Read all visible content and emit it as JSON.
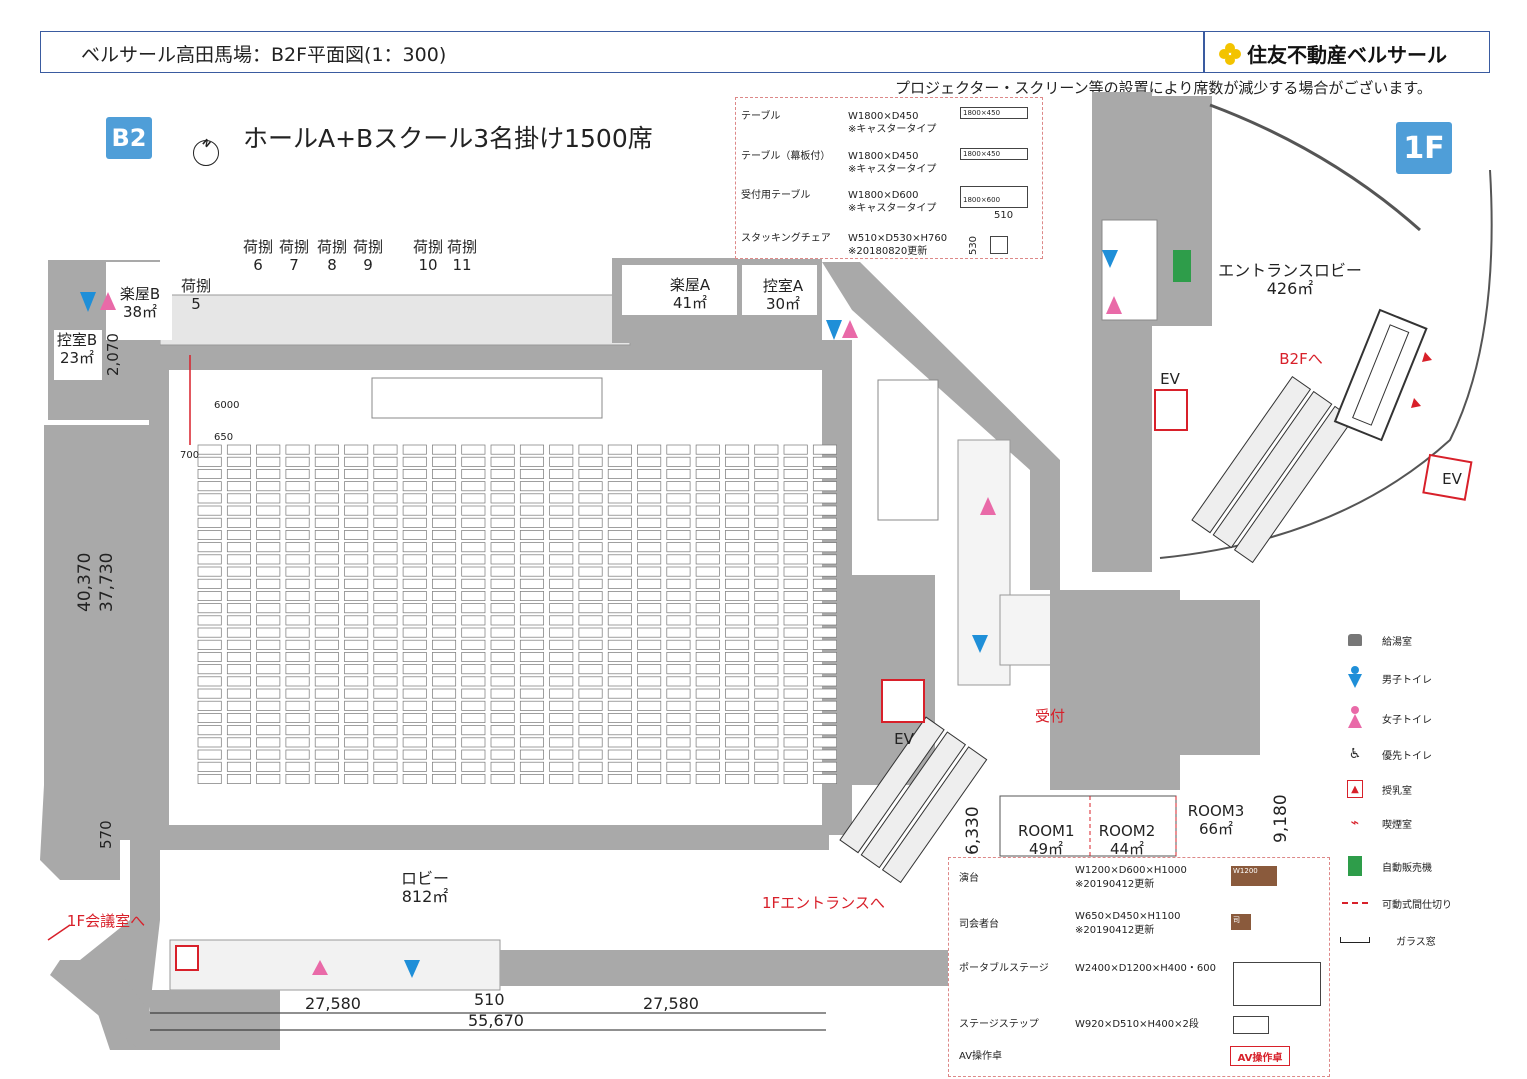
{
  "header": {
    "title": "ベルサール高田馬場：B2F平面図(1：300)",
    "brand": "住友不動産ベルサール"
  },
  "notice": "プロジェクター・スクリーン等の設置により席数が減少する場合がございます。",
  "badges": {
    "b2": "B2",
    "f1": "1F"
  },
  "layout_title": "ホールA+Bスクール3名掛け1500席",
  "compass_letter": "N",
  "rooms": {
    "storage5": "荷捌\n5",
    "storage6": "荷捌\n6",
    "storage7": "荷捌\n7",
    "storage8": "荷捌\n8",
    "storage9": "荷捌\n9",
    "storage10": "荷捌\n10",
    "storage11": "荷捌\n11",
    "green_room_b": "楽屋B\n38㎡",
    "waiting_room_b": "控室B\n23㎡",
    "green_room_a": "楽屋A\n41㎡",
    "waiting_room_a": "控室A\n30㎡",
    "lobby": "ロビー\n812㎡",
    "entrance_lobby": "エントランスロビー\n426㎡",
    "room1": "ROOM1\n49㎡",
    "room2": "ROOM2\n44㎡",
    "room3": "ROOM3\n66㎡",
    "ev1": "EV",
    "ev2": "EV",
    "ev3": "EV",
    "reception": "受付",
    "to_b2f": "B2Fへ",
    "to_1f_entrance": "1Fエントランスへ",
    "to_1f_meeting": "1F会議室へ"
  },
  "dimensions": {
    "d2070": "2,070",
    "d6000": "6000",
    "d650": "650",
    "d700": "700",
    "d40370": "40,370",
    "d37730": "37,730",
    "d570": "570",
    "d27580a": "27,580",
    "d510": "510",
    "d27580b": "27,580",
    "d55670": "55,670",
    "d6330": "6,330",
    "d9180": "9,180",
    "chair510": "510",
    "chair530": "530"
  },
  "furniture_panel": {
    "rows": [
      {
        "name": "テーブル",
        "spec": "W1800×D450\n※キャスタータイプ",
        "box": "1800×450"
      },
      {
        "name": "テーブル（幕板付）",
        "spec": "W1800×D450\n※キャスタータイプ",
        "box": "1800×450"
      },
      {
        "name": "受付用テーブル",
        "spec": "W1800×D600\n※キャスタータイプ",
        "box": "1800×600"
      },
      {
        "name": "スタッキングチェア",
        "spec": "W510×D530×H760\n※20180820更新",
        "box": ""
      }
    ]
  },
  "stage_panel": {
    "rows": [
      {
        "name": "演台",
        "spec": "W1200×D600×H1000\n※20190412更新",
        "box": "W1200"
      },
      {
        "name": "司会者台",
        "spec": "W650×D450×H1100\n※20190412更新",
        "box": "司"
      },
      {
        "name": "ポータブルステージ",
        "spec": "W2400×D1200×H400・600",
        "box": ""
      },
      {
        "name": "ステージステップ",
        "spec": "W920×D510×H400×2段",
        "box": ""
      },
      {
        "name": "AV操作卓",
        "spec": "",
        "box": "AV操作卓"
      }
    ]
  },
  "legend": [
    {
      "icon": "pot-icon",
      "label": "給湯室"
    },
    {
      "icon": "mens-restroom-icon",
      "label": "男子トイレ"
    },
    {
      "icon": "womens-restroom-icon",
      "label": "女子トイレ"
    },
    {
      "icon": "accessible-restroom-icon",
      "label": "優先トイレ"
    },
    {
      "icon": "nursing-room-icon",
      "label": "授乳室"
    },
    {
      "icon": "smoking-room-icon",
      "label": "喫煙室"
    },
    {
      "icon": "vending-machine-icon",
      "label": "自動販売機"
    },
    {
      "icon": "partition-icon",
      "label": "可動式間仕切り"
    },
    {
      "icon": "glass-window-icon",
      "label": "ガラス窓"
    }
  ],
  "colors": {
    "wall": "#a9a9a9",
    "header_border": "#3a5ba0",
    "badge": "#4f9ed8",
    "accent_red": "#d8202a",
    "male": "#1f8fd8",
    "female": "#e96aa8",
    "vending": "#2e9d4a"
  }
}
